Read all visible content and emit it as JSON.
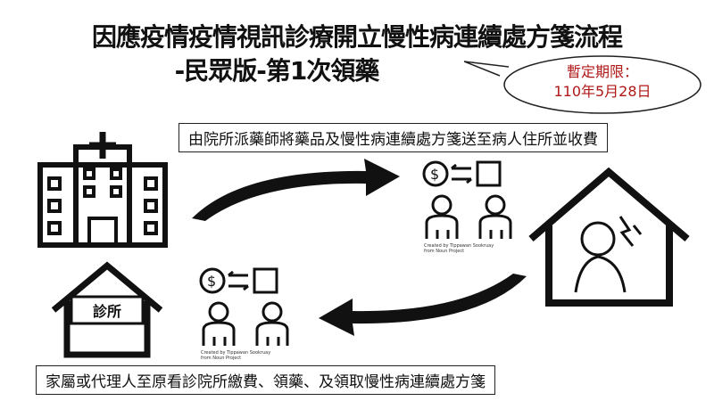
{
  "title": {
    "line1": "因應疫情疫情視訊診療開立慢性病連續處方箋流程",
    "line2": "-民眾版-第1次領藥"
  },
  "bubble": {
    "line1": "暫定期限：",
    "line2": "110年5月28日",
    "color": "#b01818"
  },
  "steps": {
    "top": "由院所派藥師將藥品及慢性病連續處方箋送至病人住所並收費",
    "bottom": "家屬或代理人至原看診院所繳費、領藥、及領取慢性病連續處方箋"
  },
  "clinic_label": "診所",
  "credit": {
    "line1": "Created by Tippawan Sookruay",
    "line2": "from Noun Project"
  }
}
